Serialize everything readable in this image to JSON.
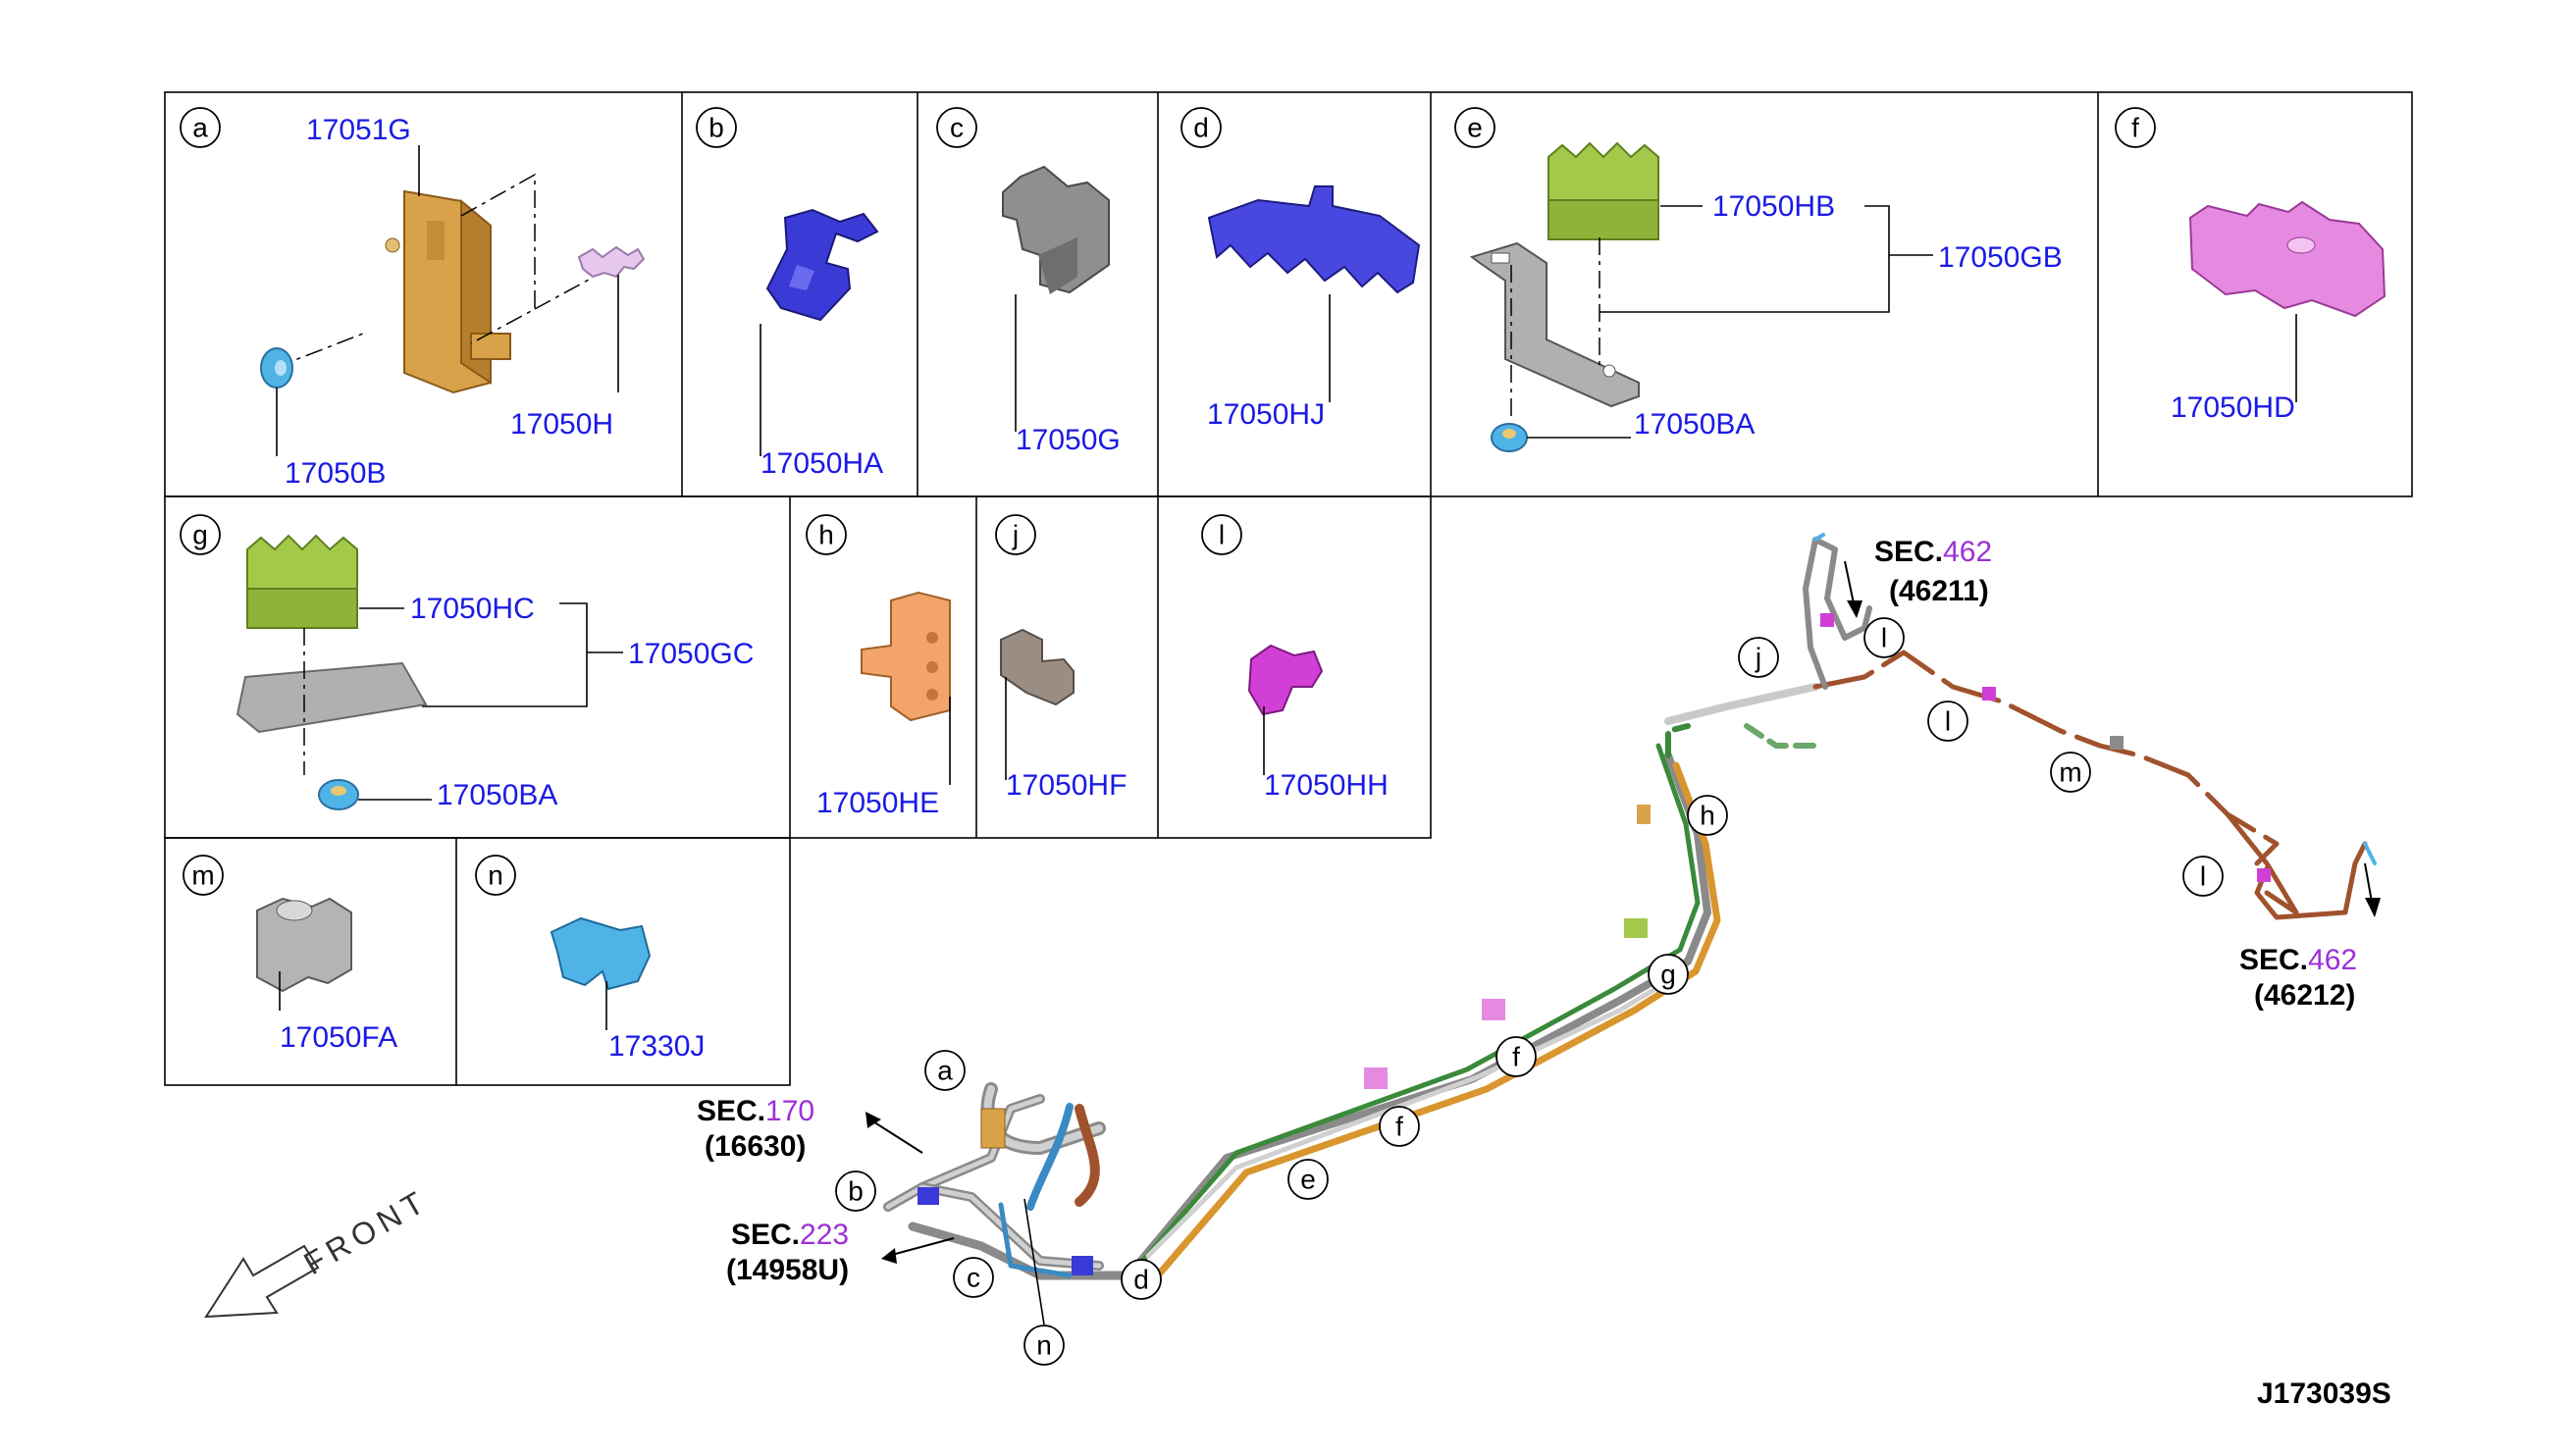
{
  "callouts": {
    "a": "a",
    "b": "b",
    "c": "c",
    "d": "d",
    "e": "e",
    "f": "f",
    "g": "g",
    "h": "h",
    "j": "j",
    "l": "l",
    "m": "m",
    "n": "n"
  },
  "parts": {
    "p17051G": "17051G",
    "p17050H": "17050H",
    "p17050B": "17050B",
    "p17050HA": "17050HA",
    "p17050G": "17050G",
    "p17050HJ": "17050HJ",
    "p17050HB": "17050HB",
    "p17050GB": "17050GB",
    "p17050BA": "17050BA",
    "p17050HD": "17050HD",
    "p17050HC": "17050HC",
    "p17050GC": "17050GC",
    "p17050BA_g": "17050BA",
    "p17050HE": "17050HE",
    "p17050HF": "17050HF",
    "p17050HH": "17050HH",
    "p17050FA": "17050FA",
    "p17330J": "17330J"
  },
  "sections": {
    "sec_462_top": {
      "prefix": "SEC.",
      "num": "462",
      "code": "(46211)"
    },
    "sec_462_right": {
      "prefix": "SEC.",
      "num": "462",
      "code": "(46212)"
    },
    "sec_170": {
      "prefix": "SEC.",
      "num": "170",
      "code": "(16630)"
    },
    "sec_223": {
      "prefix": "SEC.",
      "num": "223",
      "code": "(14958U)"
    }
  },
  "front_label": "FRONT",
  "diagram_code": "J173039S",
  "colors": {
    "part_number": "#1a1ae6",
    "section_number": "#9b30d6",
    "bracket_orange": "#d9a24a",
    "clip_blue": "#3a3ad6",
    "clip_gray": "#8f8f8f",
    "clip_green": "#a3c94a",
    "clip_pink": "#e58ae0",
    "clip_magenta": "#d23fd6",
    "nut_cyan": "#4fb3e8",
    "tube_brown": "#a0522d",
    "tube_green": "#3a8a3a"
  }
}
